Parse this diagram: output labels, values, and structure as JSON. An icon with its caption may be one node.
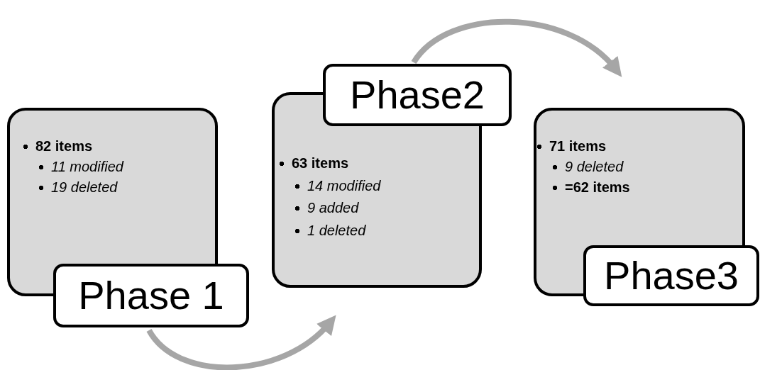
{
  "diagram": {
    "nodes": [
      {
        "text": [
          "Phase 1",
          "82 items",
          "11 modified",
          "19 deleted"
        ]
      },
      {
        "text": [
          "Phase2",
          "63 items",
          "14 modified",
          "9 added",
          "1 deleted"
        ]
      },
      {
        "text": [
          "Phase3",
          "71 items",
          "9 deleted",
          "=62 items"
        ]
      }
    ],
    "edges": [
      {
        "from": 0,
        "to": 1,
        "arrow": "to"
      },
      {
        "from": 1,
        "to": 2,
        "arrow": "to"
      }
    ]
  }
}
